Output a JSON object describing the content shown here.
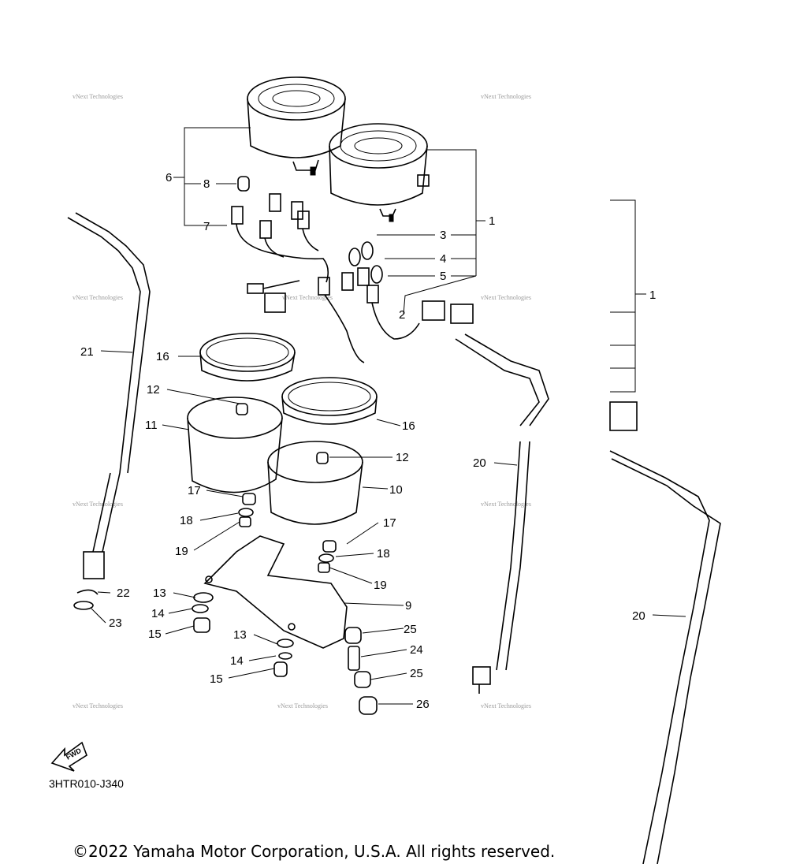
{
  "diagram": {
    "callouts": [
      "1",
      "2",
      "3",
      "4",
      "5",
      "6",
      "7",
      "8",
      "9",
      "10",
      "11",
      "12",
      "13",
      "14",
      "15",
      "16",
      "17",
      "18",
      "19",
      "20",
      "21",
      "22",
      "23",
      "24",
      "25",
      "26"
    ],
    "watermark": "vNext Technologies",
    "fwd_label": "FWD",
    "diagram_code": "3HTR010-J340",
    "copyright": "©2022 Yamaha Motor Corporation, U.S.A. All rights reserved."
  }
}
